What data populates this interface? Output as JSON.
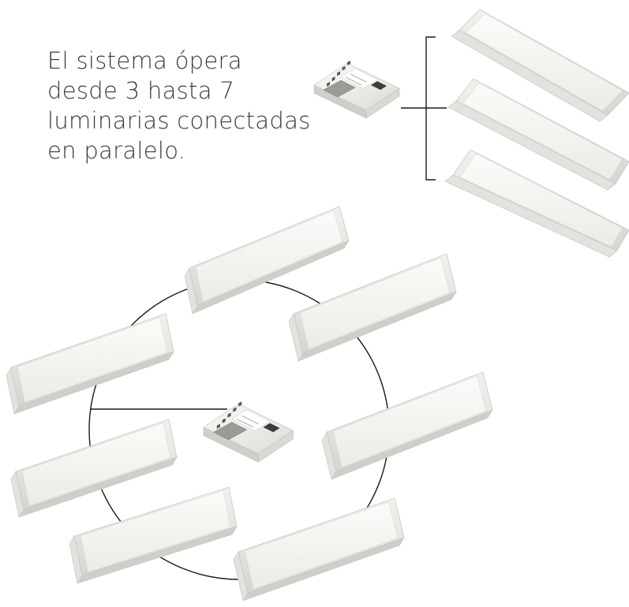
{
  "caption": {
    "lines": [
      "El sistema ópera",
      "desde 3 hasta 7",
      "luminarias conectadas",
      "en paralelo."
    ]
  },
  "colors": {
    "line": "#1a1a1a",
    "fixture_face": "#f6f6f4",
    "fixture_frame": "#e4e4e0",
    "fixture_shadow": "#cfcfca",
    "driver_body": "#f3f3f0",
    "driver_terminal": "#5a5a5a"
  },
  "diagrams": {
    "parallel": {
      "driver": "driver-icon",
      "fixtures": 3
    },
    "ring": {
      "driver": "driver-icon",
      "fixtures": 7
    }
  }
}
